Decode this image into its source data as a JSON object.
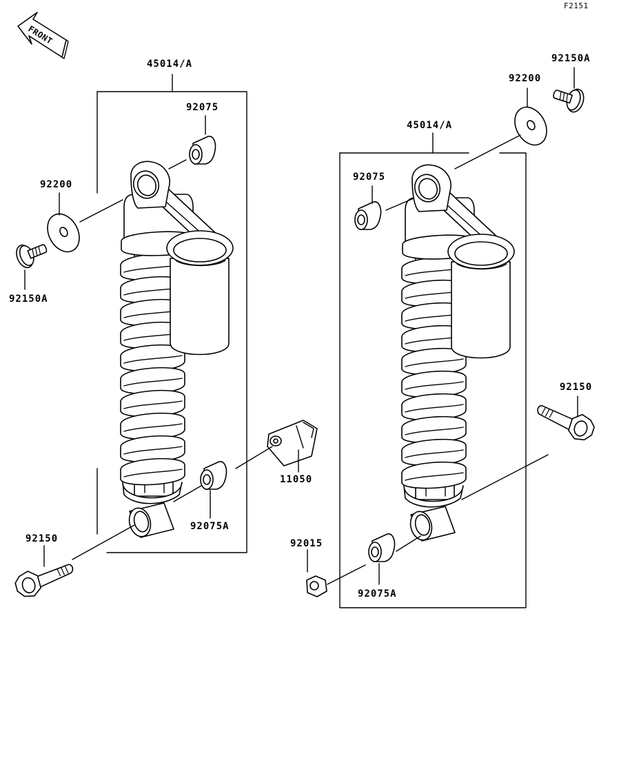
{
  "figure_code": "F2151",
  "front_arrow_label": "FRONT",
  "left_assembly": {
    "shock_label": "45014/A",
    "top_collar_label": "92075",
    "top_washer_label": "92200",
    "top_bolt_label": "92150A",
    "bracket_label": "11050",
    "bottom_collar_label": "92075A",
    "bottom_bolt_label": "92150"
  },
  "right_assembly": {
    "shock_label": "45014/A",
    "top_collar_label": "92075",
    "top_washer_label": "92200",
    "top_bolt_label": "92150A",
    "bottom_bolt_label": "92150",
    "nut_label": "92015",
    "bottom_collar_label": "92075A"
  }
}
